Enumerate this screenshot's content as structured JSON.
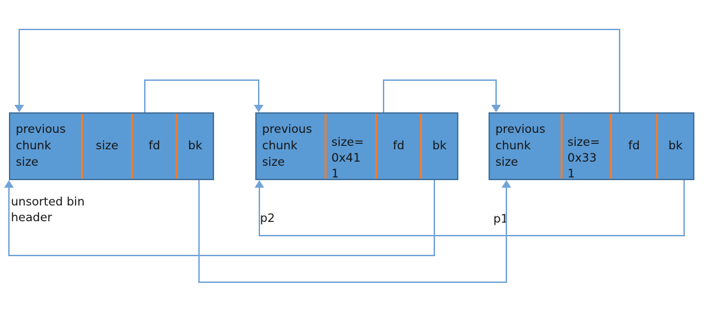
{
  "colors": {
    "box_fill": "#5b9bd5",
    "box_border": "#41719c",
    "cell_divider": "#ed7d31",
    "arrow_line": "#71a3d9",
    "text": "#141414"
  },
  "diagram": {
    "boxes": [
      {
        "id": "unsorted-bin",
        "caption": "unsorted bin\nheader",
        "cells": [
          {
            "text": "previous\nchunk\nsize"
          },
          {
            "text": "size"
          },
          {
            "text": "fd"
          },
          {
            "text": "bk"
          }
        ]
      },
      {
        "id": "p2",
        "caption": "p2",
        "cells": [
          {
            "text": "previous\nchunk\nsize"
          },
          {
            "text": "size=\n0x41\n1"
          },
          {
            "text": "fd"
          },
          {
            "text": "bk"
          }
        ]
      },
      {
        "id": "p1",
        "caption": "p1",
        "cells": [
          {
            "text": "previous\nchunk\nsize"
          },
          {
            "text": "size=\n0x33\n1"
          },
          {
            "text": "fd"
          },
          {
            "text": "bk"
          }
        ]
      }
    ],
    "pointers": [
      {
        "name": "unsorted-bin-fd-to-p2",
        "from": "unsorted-bin.fd",
        "to": "p2"
      },
      {
        "name": "p2-fd-to-p1",
        "from": "p2.fd",
        "to": "p1"
      },
      {
        "name": "p1-fd-to-unsorted-bin",
        "from": "p1.fd",
        "to": "unsorted-bin"
      },
      {
        "name": "p2-bk-to-unsorted-bin",
        "from": "p2.bk",
        "to": "unsorted-bin"
      },
      {
        "name": "p1-bk-to-p2",
        "from": "p1.bk",
        "to": "p2"
      },
      {
        "name": "unsorted-bin-bk-to-p1",
        "from": "unsorted-bin.bk",
        "to": "p1"
      }
    ]
  }
}
